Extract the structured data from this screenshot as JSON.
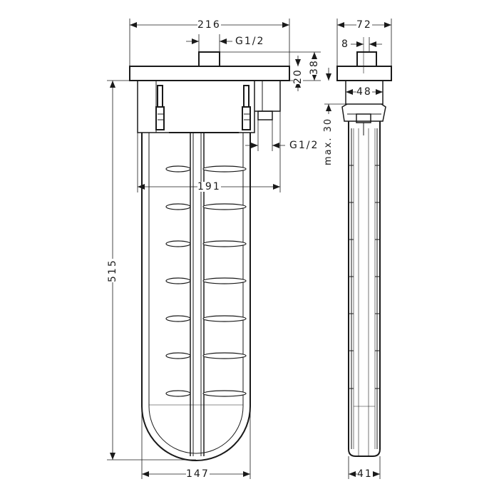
{
  "drawing": {
    "type": "technical-dimension-drawing",
    "views": [
      "front-view",
      "side-view"
    ],
    "line_color": "#1a1a1a",
    "background": "#ffffff"
  },
  "dimensions": {
    "overall_width": "216",
    "inlet_thread_top": "G1/2",
    "plate_height": "20",
    "top_height": "38",
    "inner_width": "191",
    "outlet_thread_side": "G1/2",
    "overall_height": "515",
    "body_width": "147",
    "side_width": "72",
    "side_inlet_offset": "8",
    "side_body_width": "48",
    "max_depth": "max. 30",
    "side_body_depth": "41"
  }
}
